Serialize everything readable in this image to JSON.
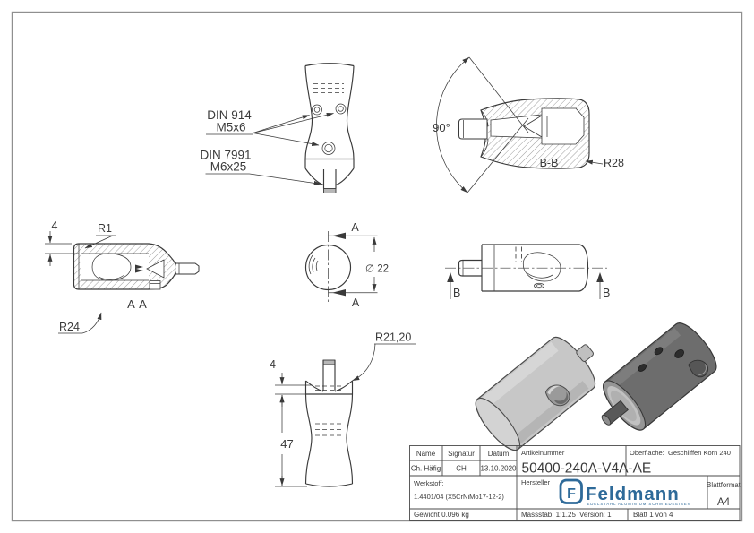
{
  "drawing_labels": {
    "din914_line1": "DIN 914",
    "din914_line2": "M5x6",
    "din7991_line1": "DIN 7991",
    "din7991_line2": "M6x25",
    "angle": "90°",
    "section_bb": "B-B",
    "r28": "R28",
    "aa_wall_dim": "4",
    "r1": "R1",
    "r24": "R24",
    "section_aa": "A-A",
    "cut_a_top": "A",
    "cut_a_bottom": "A",
    "diameter22": "∅ 22",
    "cut_b_left": "B",
    "cut_b_right": "B",
    "r2120": "R21,20",
    "collar_dim": "4",
    "length_dim": "47"
  },
  "title_block": {
    "col_name": "Name",
    "col_signature": "Signatur",
    "col_date": "Datum",
    "name": "Ch. Häfig",
    "signature": "CH",
    "date": "13.10.2020",
    "article_label": "Artikelnummer",
    "article_number": "50400-240A-V4A-AE",
    "surface_label": "Oberfläche:",
    "surface_value": "Geschliffen Korn 240",
    "material_label": "Werkstoff:",
    "material_value": "1.4401/04 (X5CrNiMo17-12-2)",
    "manufacturer_label": "Hersteller",
    "format_label": "Blattformat",
    "format_value": "A4",
    "weight": "Gewicht 0.096 kg",
    "scale": "Massstab: 1:1.25",
    "version": "Version: 1",
    "sheet": "Blatt 1 von 4",
    "logo": {
      "letter": "F",
      "name": "Feldmann",
      "tagline": "EDELSTAHL ALUMINIUM SCHMIEDEEISEN"
    }
  },
  "colors": {
    "line": "#3a3a3a",
    "frame": "#8f8f8f",
    "logo_blue": "#2e6a99",
    "render_light_body": "#c7c7c7",
    "render_dark_body": "#6d6d6d"
  }
}
